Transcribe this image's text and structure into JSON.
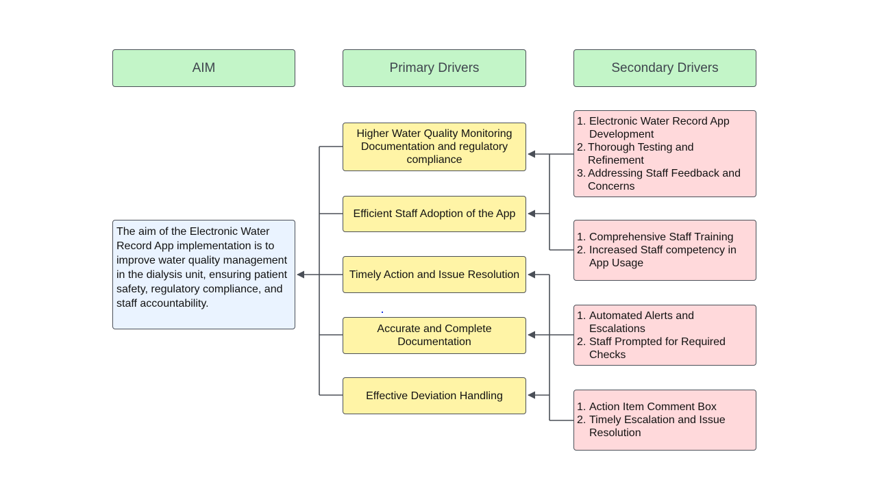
{
  "headers": {
    "aim": "AIM",
    "primary": "Primary Drivers",
    "secondary": "Secondary Drivers"
  },
  "aim": {
    "text": "The aim of the Electronic Water Record App implementation is to improve water quality management in the dialysis unit, ensuring patient safety, regulatory compliance, and staff accountability."
  },
  "primary_drivers": [
    "Higher Water Quality Monitoring Documentation and regulatory compliance",
    "Efficient Staff Adoption of the App",
    "Timely Action and Issue Resolution",
    "Accurate and Complete Documentation",
    "Effective Deviation Handling"
  ],
  "secondary_drivers": [
    {
      "items": [
        {
          "num": "1.",
          "text": "Electronic Water Record App Development"
        },
        {
          "num": "2.",
          "text": "Thorough Testing and Refinement"
        },
        {
          "num": "3.",
          "text": "Addressing Staff Feedback and Concerns"
        }
      ]
    },
    {
      "items": [
        {
          "num": "1.",
          "text": "Comprehensive Staff Training"
        },
        {
          "num": "2.",
          "text": "Increased Staff competency in App Usage"
        }
      ]
    },
    {
      "items": [
        {
          "num": "1.",
          "text": "Automated Alerts and Escalations"
        },
        {
          "num": "2.",
          "text": "Staff Prompted for Required Checks"
        }
      ]
    },
    {
      "items": [
        {
          "num": "1.",
          "text": "Action Item Comment Box"
        },
        {
          "num": "2.",
          "text": "Timely Escalation and Issue Resolution"
        }
      ]
    }
  ],
  "colors": {
    "header_fill": "#c3f5c8",
    "aim_fill": "#eaf3ff",
    "primary_fill": "#fff4a6",
    "secondary_fill": "#ffd9db",
    "line": "#4a4f57"
  }
}
